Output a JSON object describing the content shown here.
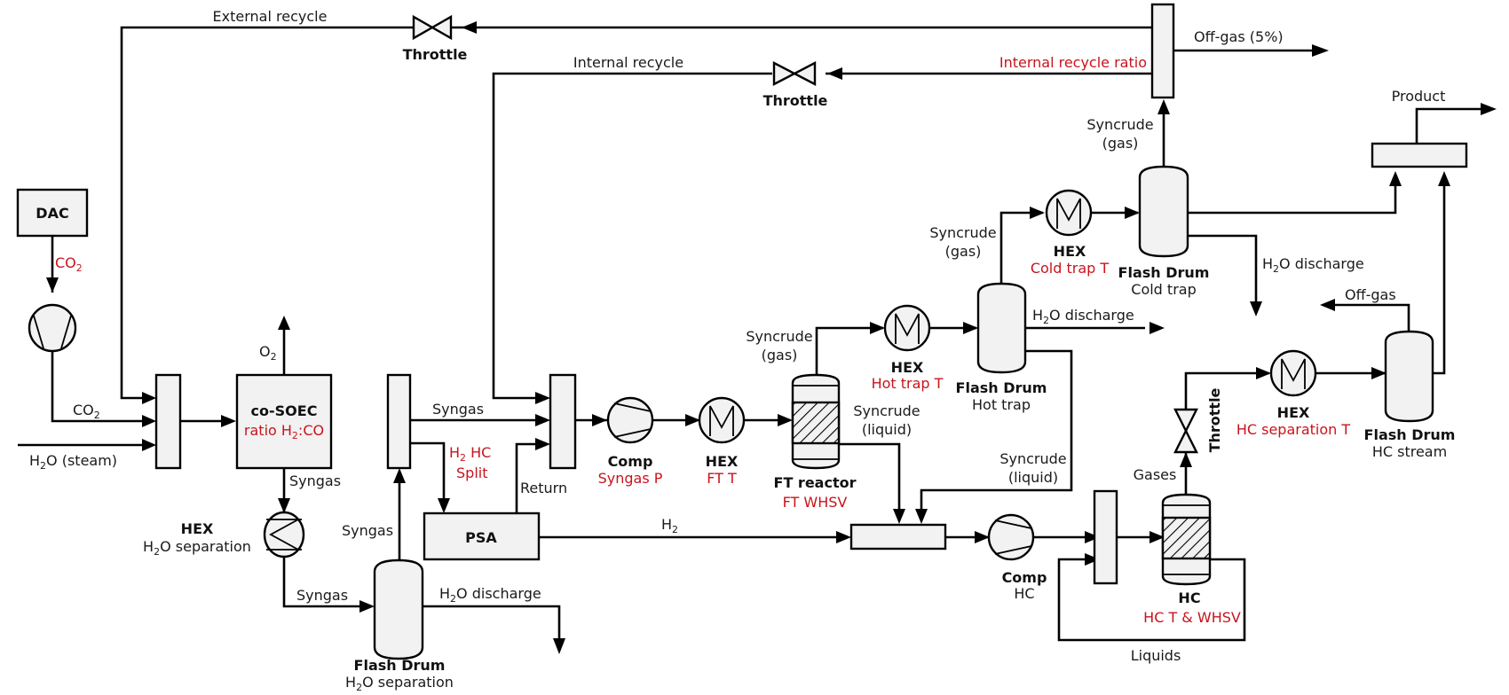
{
  "colors": {
    "parameter": "#c8141c",
    "equipment_fill": "#f2f2f2",
    "line": "#000000"
  },
  "units": {
    "dac": {
      "name": "DAC"
    },
    "dac_outlet": {
      "label": "CO",
      "sub": "2"
    },
    "co2_line_label": {
      "label": "CO",
      "sub": "2"
    },
    "steam_label": {
      "pre": "H",
      "sub": "2",
      "post": "O (steam)"
    },
    "external_recycle": {
      "label": "External recycle"
    },
    "throttle_ext": {
      "name": "Throttle"
    },
    "internal_recycle": {
      "label": "Internal recycle"
    },
    "throttle_int": {
      "name": "Throttle"
    },
    "internal_recycle_ratio": {
      "param": "Internal recycle ratio"
    },
    "off_gas_5": {
      "label": "Off-gas (5%)"
    },
    "co_soec": {
      "name": "co-SOEC",
      "param_pre": "ratio H",
      "param_sub": "2",
      "param_post": ":CO"
    },
    "o2_out": {
      "label": "O",
      "sub": "2"
    },
    "soec_syngas": {
      "label": "Syngas"
    },
    "hex_h2o": {
      "name": "HEX",
      "desc_pre": "H",
      "desc_sub": "2",
      "desc_post": "O separation"
    },
    "hex_h2o_syngas": {
      "label": "Syngas"
    },
    "flash_h2o": {
      "name": "Flash Drum",
      "desc_pre": "H",
      "desc_sub": "2",
      "desc_post": "O separation"
    },
    "flash_h2o_discharge": {
      "pre": "H",
      "sub": "2",
      "post": "O discharge"
    },
    "flash_h2o_syngas": {
      "label": "Syngas"
    },
    "splitter_syngas": {
      "label": "Syngas"
    },
    "h2_hc_split": {
      "pre": "H",
      "sub": "2",
      "post": " HC",
      "line2": "Split"
    },
    "psa": {
      "name": "PSA"
    },
    "psa_return": {
      "label": "Return"
    },
    "psa_h2": {
      "label": "H",
      "sub": "2"
    },
    "comp_syngas": {
      "name": "Comp",
      "param": "Syngas P"
    },
    "hex_ft": {
      "name": "HEX",
      "param": "FT T"
    },
    "ft_reactor": {
      "name": "FT reactor",
      "param": "FT WHSV"
    },
    "ft_syncrude_gas": {
      "line1": "Syncrude",
      "line2": "(gas)"
    },
    "ft_syncrude_liquid": {
      "line1": "Syncrude",
      "line2": "(liquid)"
    },
    "hex_hot": {
      "name": "HEX",
      "param": "Hot trap T"
    },
    "flash_hot": {
      "name": "Flash Drum",
      "desc": "Hot trap"
    },
    "hot_h2o_discharge": {
      "pre": "H",
      "sub": "2",
      "post": "O discharge"
    },
    "hot_syncrude_gas": {
      "line1": "Syncrude",
      "line2": "(gas)"
    },
    "hot_syncrude_liquid": {
      "line1": "Syncrude",
      "line2": "(liquid)"
    },
    "hex_cold": {
      "name": "HEX",
      "param": "Cold trap T"
    },
    "flash_cold": {
      "name": "Flash Drum",
      "desc": "Cold trap"
    },
    "cold_h2o_discharge": {
      "pre": "H",
      "sub": "2",
      "post": "O discharge"
    },
    "cold_syncrude_gas": {
      "line1": "Syncrude",
      "line2": "(gas)"
    },
    "comp_hc": {
      "name": "Comp",
      "desc": "HC"
    },
    "hc_reactor": {
      "name": "HC",
      "param": "HC T & WHSV"
    },
    "hc_gases": {
      "label": "Gases"
    },
    "hc_liquids": {
      "label": "Liquids"
    },
    "throttle_hc": {
      "name": "Throttle"
    },
    "hex_hc": {
      "name": "HEX",
      "param": "HC separation T"
    },
    "flash_hc": {
      "name": "Flash Drum",
      "desc": "HC stream"
    },
    "hc_off_gas": {
      "label": "Off-gas"
    },
    "product": {
      "label": "Product"
    }
  }
}
